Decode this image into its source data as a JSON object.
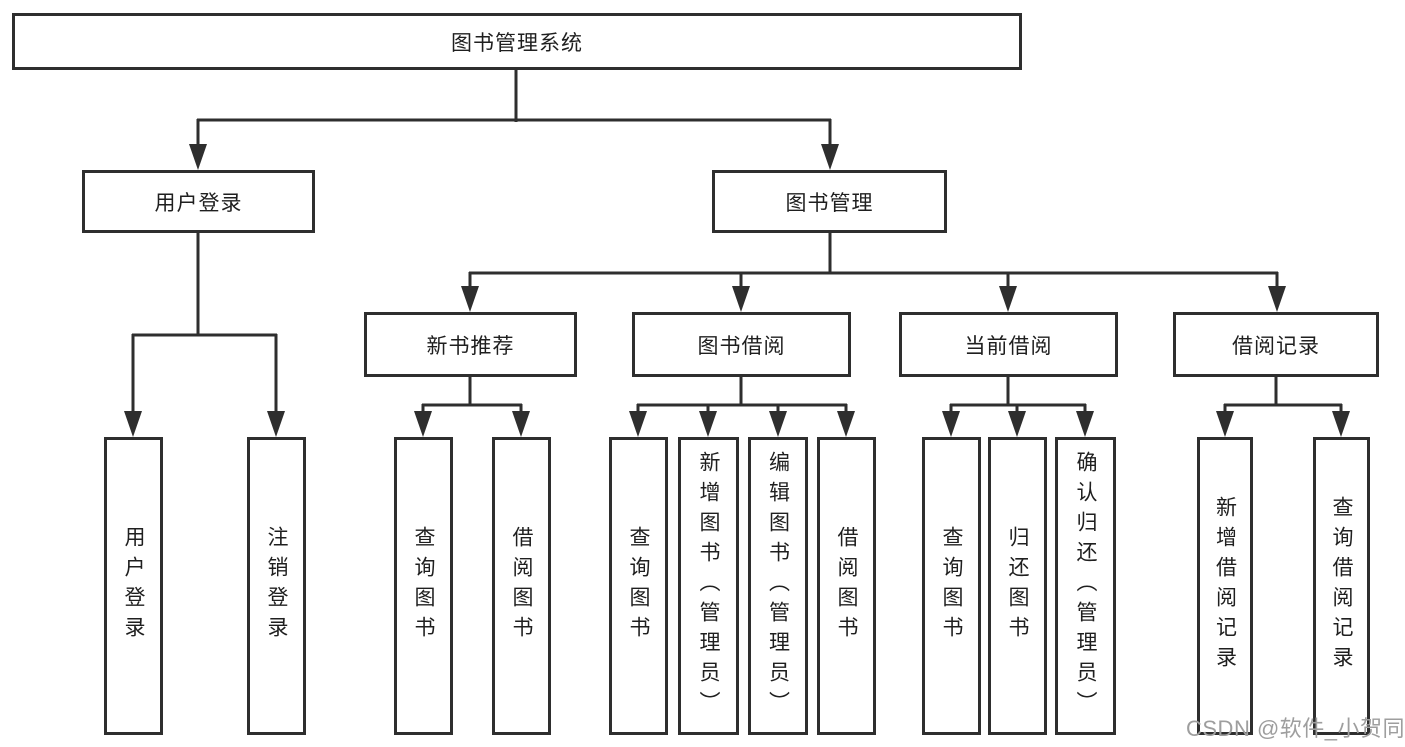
{
  "diagram": {
    "root": {
      "label": "图书管理系统"
    },
    "branches": [
      {
        "label": "用户登录",
        "children": [
          {
            "label": "用户登录"
          },
          {
            "label": "注销登录"
          }
        ]
      },
      {
        "label": "图书管理",
        "children": [
          {
            "label": "新书推荐",
            "children": [
              {
                "label": "查询图书"
              },
              {
                "label": "借阅图书"
              }
            ]
          },
          {
            "label": "图书借阅",
            "children": [
              {
                "label": "查询图书"
              },
              {
                "label": "新增图书（管理员）"
              },
              {
                "label": "编辑图书（管理员）"
              },
              {
                "label": "借阅图书"
              }
            ]
          },
          {
            "label": "当前借阅",
            "children": [
              {
                "label": "查询图书"
              },
              {
                "label": "归还图书"
              },
              {
                "label": "确认归还（管理员）"
              }
            ]
          },
          {
            "label": "借阅记录",
            "children": [
              {
                "label": "新增借阅记录"
              },
              {
                "label": "查询借阅记录"
              }
            ]
          }
        ]
      }
    ]
  },
  "watermark": {
    "text": "CSDN @软件_小贺同学"
  },
  "colors": {
    "line": "#2e2e2e",
    "text": "#1f1f1f",
    "watermark": "#9e9e9e",
    "background": "#ffffff"
  }
}
